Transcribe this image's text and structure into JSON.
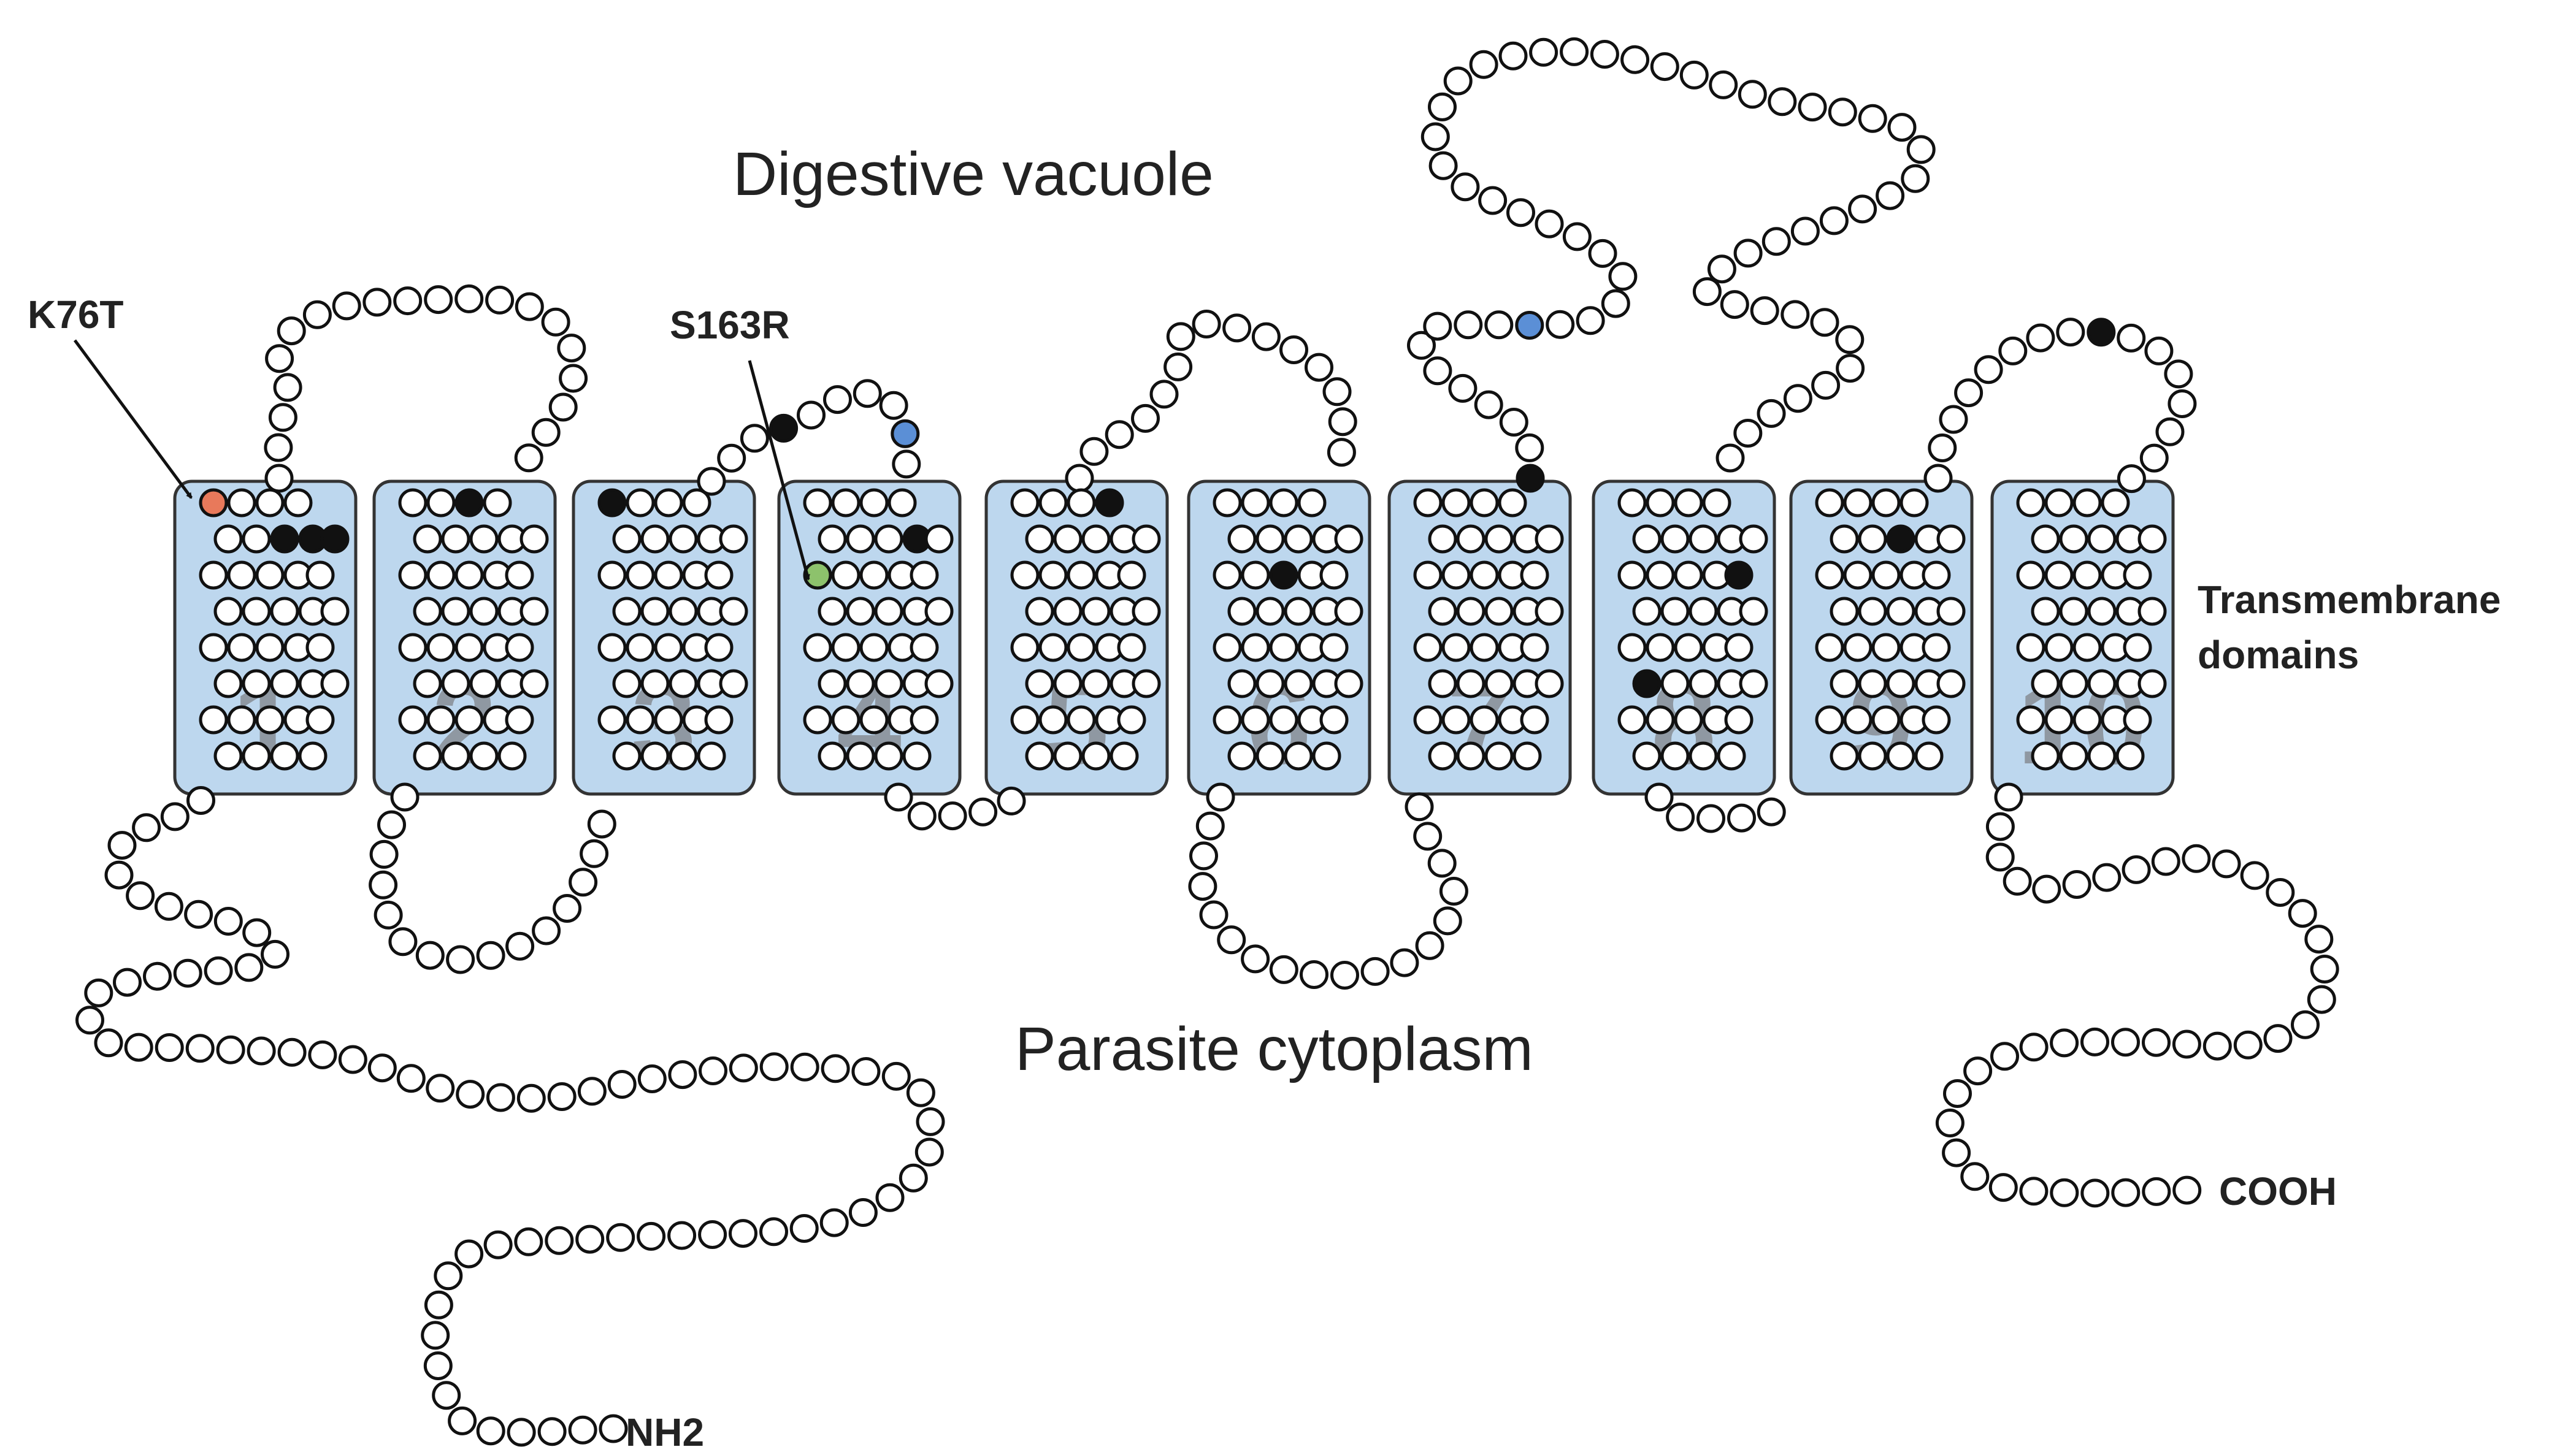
{
  "labels": {
    "top": "Digestive vacuole",
    "bottom": "Parasite cytoplasm",
    "membrane_line1": "Transmembrane",
    "membrane_line2": "domains",
    "n_terminus": "NH2",
    "c_terminus": "COOH",
    "mutation_1": "K76T",
    "mutation_2": "S163R"
  },
  "domains": [
    {
      "number": "1"
    },
    {
      "number": "2"
    },
    {
      "number": "3"
    },
    {
      "number": "4"
    },
    {
      "number": "5"
    },
    {
      "number": "6"
    },
    {
      "number": "7"
    },
    {
      "number": "8"
    },
    {
      "number": "9"
    },
    {
      "number": "10"
    }
  ],
  "colors": {
    "membrane_fill": "#bdd7ee",
    "residue_default": "#ffffff",
    "residue_highlight": "#111111",
    "mutation_k76t": "#e8795b",
    "mutation_s163r": "#8dc26c",
    "residue_blue": "#5b8fd6"
  }
}
